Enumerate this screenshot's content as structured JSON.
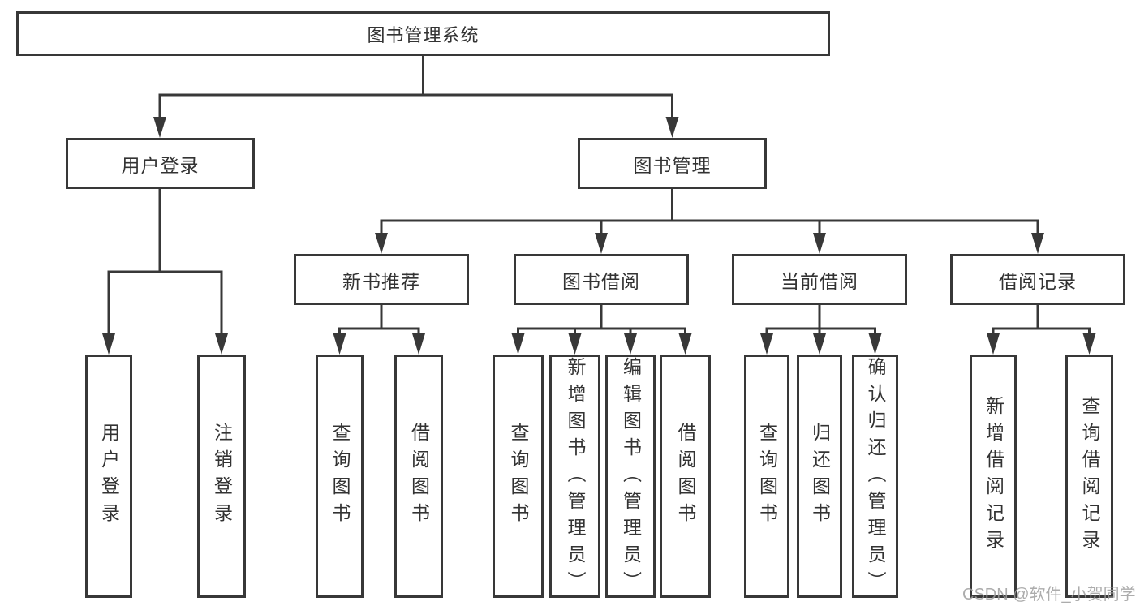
{
  "tree": {
    "label": "图书管理系统",
    "children": [
      {
        "label": "用户登录",
        "children": [
          {
            "label": "用户登录"
          },
          {
            "label": "注销登录"
          }
        ]
      },
      {
        "label": "图书管理",
        "children": [
          {
            "label": "新书推荐",
            "children": [
              {
                "label": "查询图书"
              },
              {
                "label": "借阅图书"
              }
            ]
          },
          {
            "label": "图书借阅",
            "children": [
              {
                "label": "查询图书"
              },
              {
                "label": "新增图书（管理员）"
              },
              {
                "label": "编辑图书（管理员）"
              },
              {
                "label": "借阅图书"
              }
            ]
          },
          {
            "label": "当前借阅",
            "children": [
              {
                "label": "查询图书"
              },
              {
                "label": "归还图书"
              },
              {
                "label": "确认归还（管理员）"
              }
            ]
          },
          {
            "label": "借阅记录",
            "children": [
              {
                "label": "新增借阅记录"
              },
              {
                "label": "查询借阅记录"
              }
            ]
          }
        ]
      }
    ]
  },
  "watermark": {
    "text": "CSDN @软件_小贺同学"
  },
  "colors": {
    "line": "#383838",
    "box_border": "#383838",
    "text": "#333333",
    "watermark": "#9e9e9e",
    "background": "#ffffff"
  }
}
